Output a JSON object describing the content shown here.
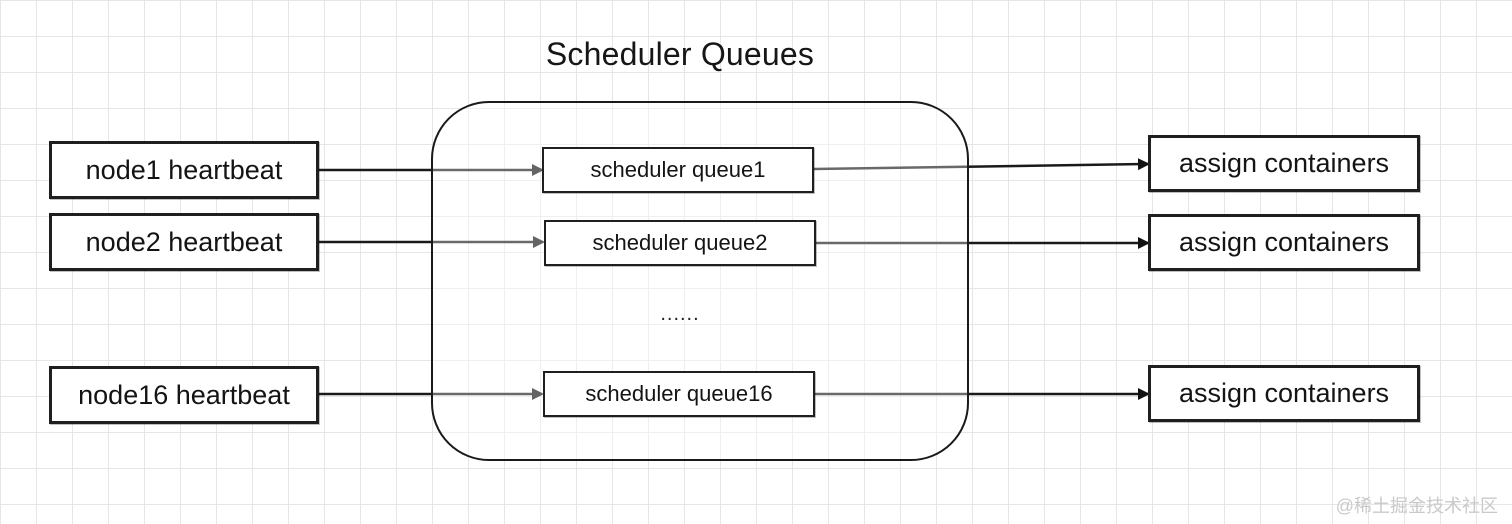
{
  "diagram": {
    "title": "Scheduler Queues",
    "nodes": [
      {
        "label": "node1  heartbeat"
      },
      {
        "label": "node2 heartbeat"
      },
      {
        "label": "node16 heartbeat"
      }
    ],
    "queues": [
      {
        "label": "scheduler queue1"
      },
      {
        "label": "scheduler queue2"
      },
      {
        "label": "scheduler queue16"
      }
    ],
    "ellipsis": "......",
    "outputs": [
      {
        "label": "assign containers"
      },
      {
        "label": "assign containers"
      },
      {
        "label": "assign containers"
      }
    ],
    "watermark": "@稀土掘金技术社区"
  }
}
